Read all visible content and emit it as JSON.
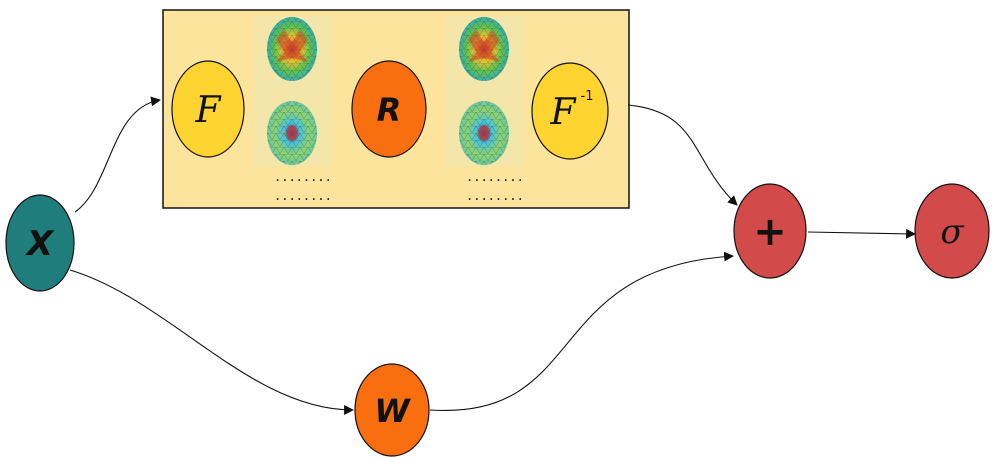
{
  "nodes": {
    "x": {
      "label": "X",
      "fill": "#1f7d7c"
    },
    "f": {
      "label": "F",
      "fill": "#fdd430"
    },
    "r": {
      "label": "R",
      "fill": "#f96f10"
    },
    "finv": {
      "label": "F",
      "superscript": "-1",
      "fill": "#fdd430"
    },
    "plus": {
      "label": "+",
      "fill": "#d24a4a"
    },
    "sigma": {
      "label": "σ",
      "fill": "#d24a4a"
    },
    "w": {
      "label": "W",
      "fill": "#f96f10"
    }
  },
  "block": {
    "fill": "#fde49d",
    "stroke": "#111111"
  },
  "ellipsis": "........",
  "colors": {
    "stroke": "#111111",
    "panel": "#f3e6a8"
  }
}
